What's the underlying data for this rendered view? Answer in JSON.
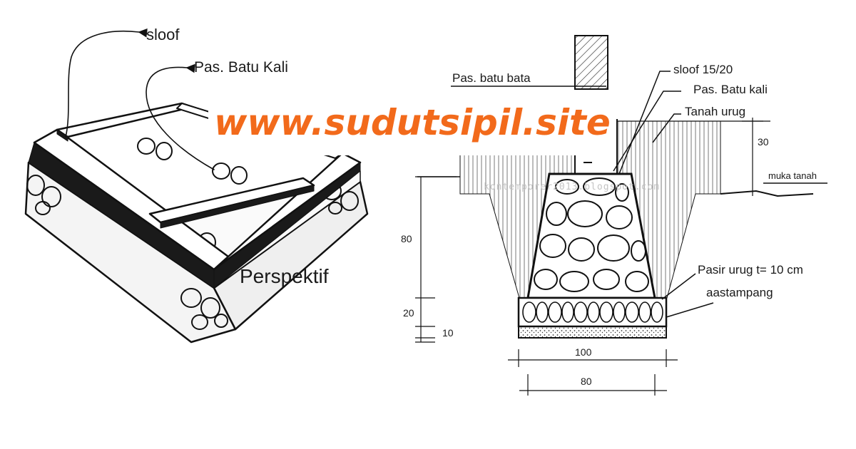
{
  "banner": {
    "text": "www.sudutsipil.site",
    "color": "#f26a1b"
  },
  "watermark": "kontemporer2013.blogspot.com",
  "perspective": {
    "caption": "Perspektif",
    "label_sloof": "sloof",
    "label_stone": "Pas. Batu Kali"
  },
  "section": {
    "label_brick": "Pas. batu bata",
    "label_sloof": "sloof 15/20",
    "label_stone": "Pas. Batu kali",
    "label_backfill": "Tanah urug",
    "label_ground": "muka tanah",
    "label_sand": "Pasir urug t= 10 cm",
    "label_aanstamping": "aastampang",
    "dims": {
      "height_above_ground": "30",
      "foundation_height": "80",
      "aanstamping_height": "20",
      "sand_height": "10",
      "width_bottom": "100",
      "width_inner": "80"
    }
  }
}
